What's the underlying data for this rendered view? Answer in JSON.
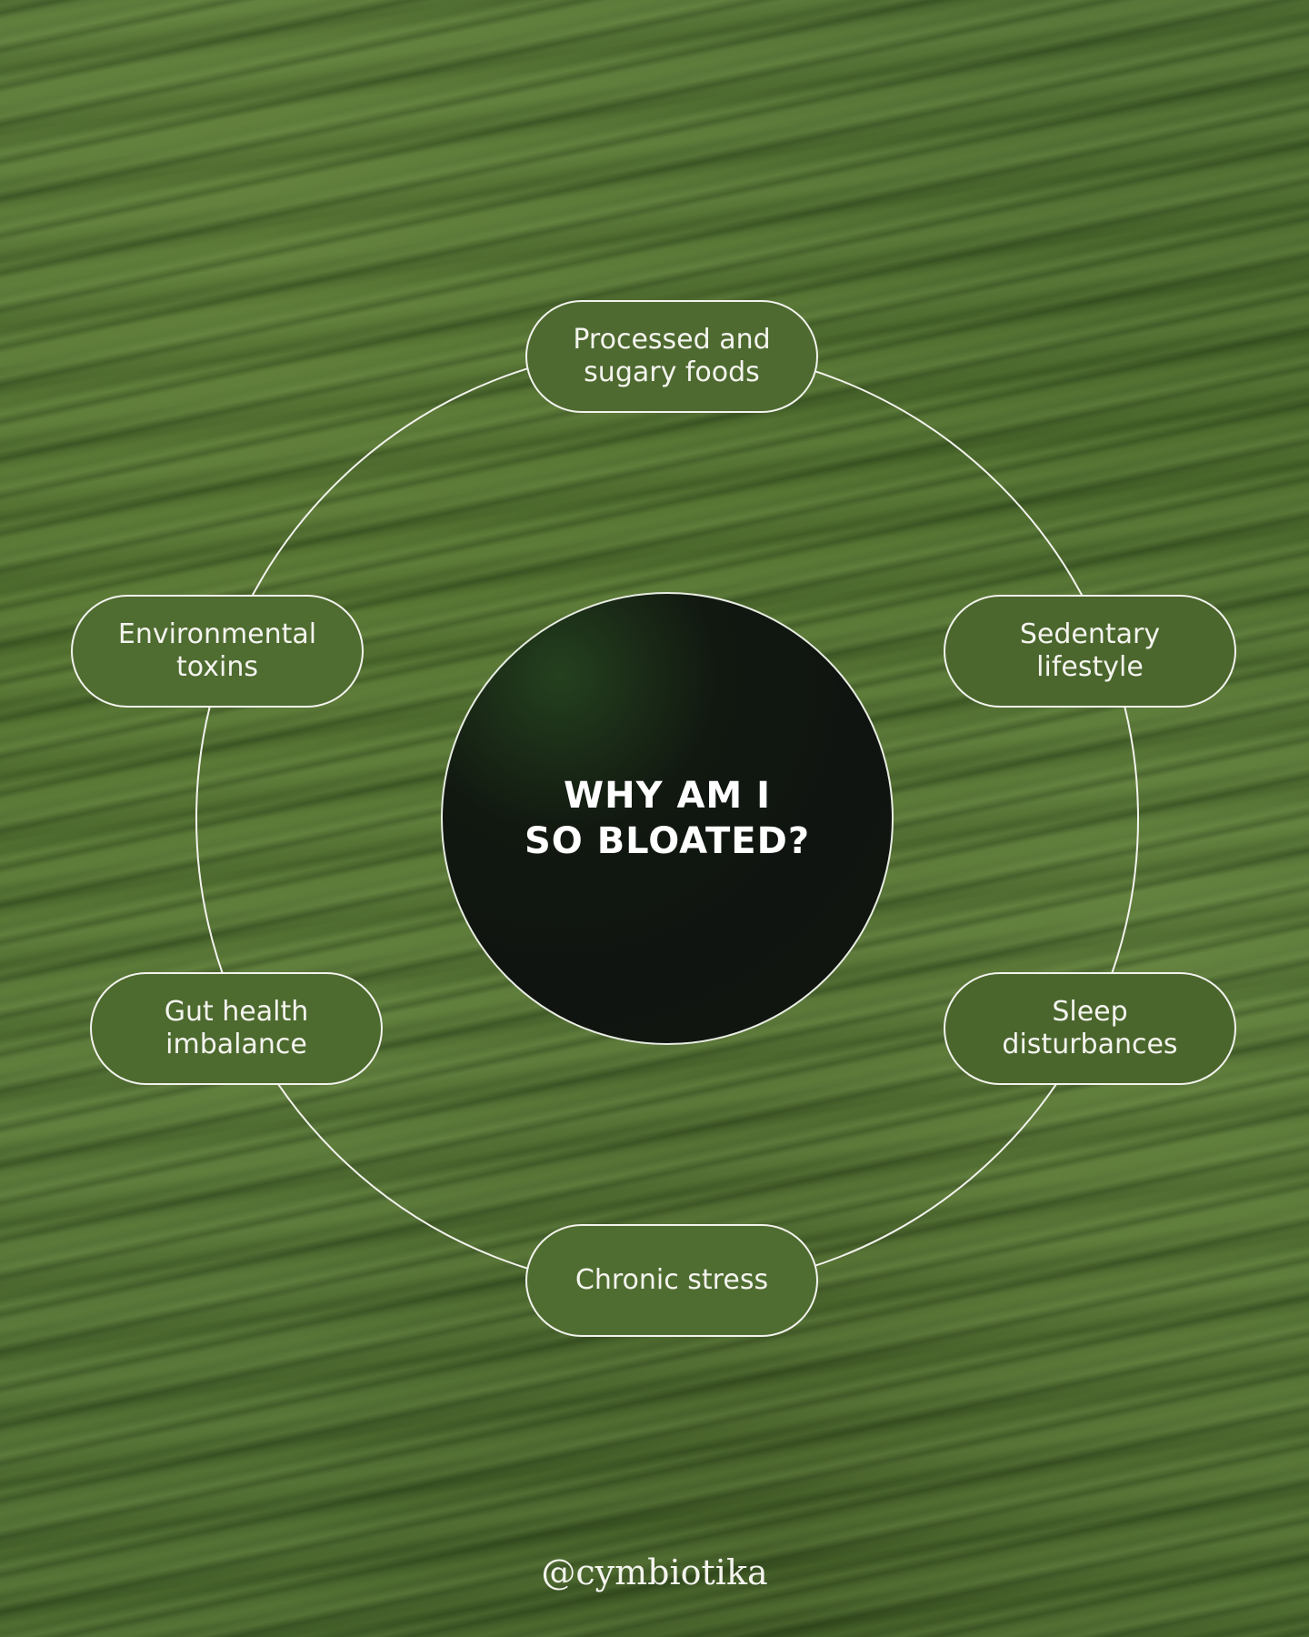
{
  "diagram": {
    "center_title": "WHY AM I\nSO BLOATED?",
    "factors": [
      {
        "id": "processed",
        "label": "Processed and\nsugary foods"
      },
      {
        "id": "sedentary",
        "label": "Sedentary\nlifestyle"
      },
      {
        "id": "sleep",
        "label": "Sleep\ndisturbances"
      },
      {
        "id": "stress",
        "label": "Chronic stress"
      },
      {
        "id": "gut",
        "label": "Gut health\nimbalance"
      },
      {
        "id": "toxins",
        "label": "Environmental\ntoxins"
      }
    ]
  },
  "footer": {
    "handle": "@cymbiotika"
  },
  "colors": {
    "background": "#4f6a30",
    "line": "#f3f3ee",
    "center_fill": "#111810",
    "text": "#f4f4ef"
  }
}
